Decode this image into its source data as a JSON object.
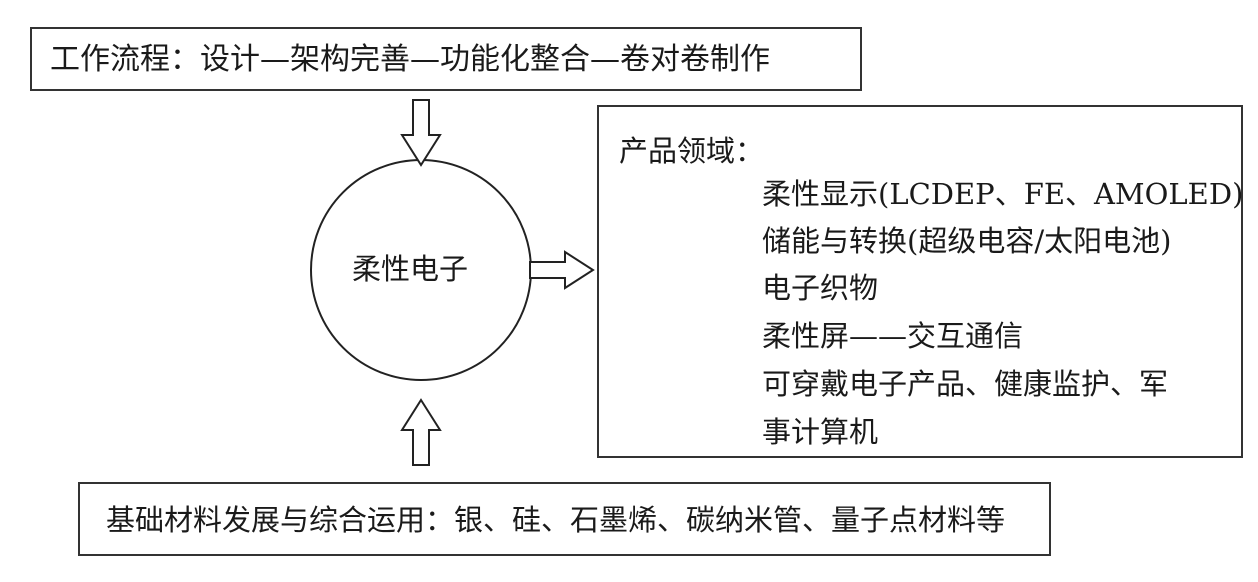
{
  "workflow": "工作流程：设计—架构完善—功能化整合—卷对卷制作",
  "center": "柔性电子",
  "products": {
    "title": "产品领域：",
    "items": [
      "柔性显示(LCDEP、FE、AMOLED)",
      "储能与转换(超级电容/太阳电池)",
      "电子织物",
      "柔性屏——交互通信",
      "可穿戴电子产品、健康监护、军",
      "事计算机"
    ]
  },
  "materials": "基础材料发展与综合运用：银、硅、石墨烯、碳纳米管、量子点材料等"
}
